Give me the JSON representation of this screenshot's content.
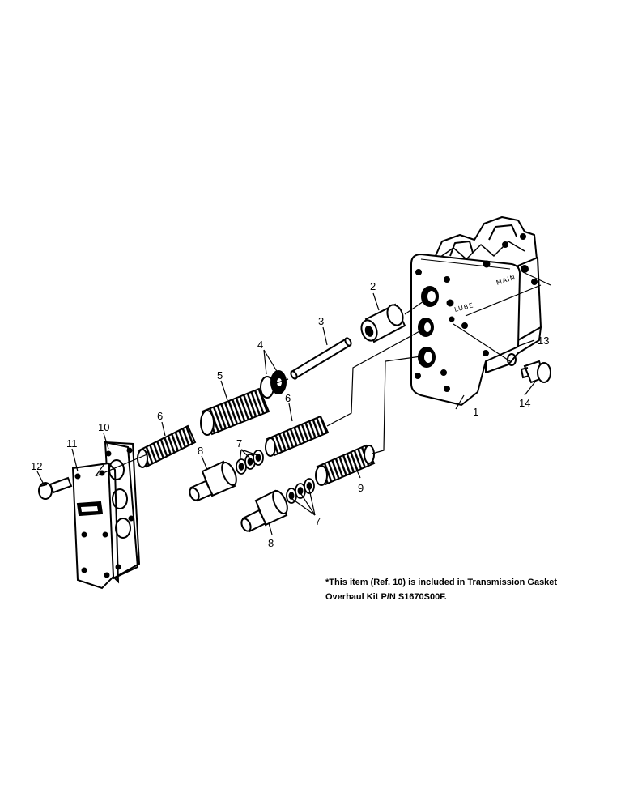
{
  "callouts": {
    "c1": "1",
    "c2": "2",
    "c3": "3",
    "c4": "4",
    "c5": "5",
    "c6a": "6",
    "c6b": "6",
    "c7a": "7",
    "c7b": "7",
    "c8a": "8",
    "c8b": "8",
    "c9": "9",
    "c10": "10",
    "c11": "11",
    "c12": "12",
    "c13": "13",
    "c14": "14"
  },
  "housing_marks": {
    "main": "MAIN",
    "lube": "LUBE"
  },
  "note": {
    "line1": "*This item (Ref. 10) is included in Transmission Gasket",
    "line2": "Overhaul Kit P/N S1670S00F."
  }
}
